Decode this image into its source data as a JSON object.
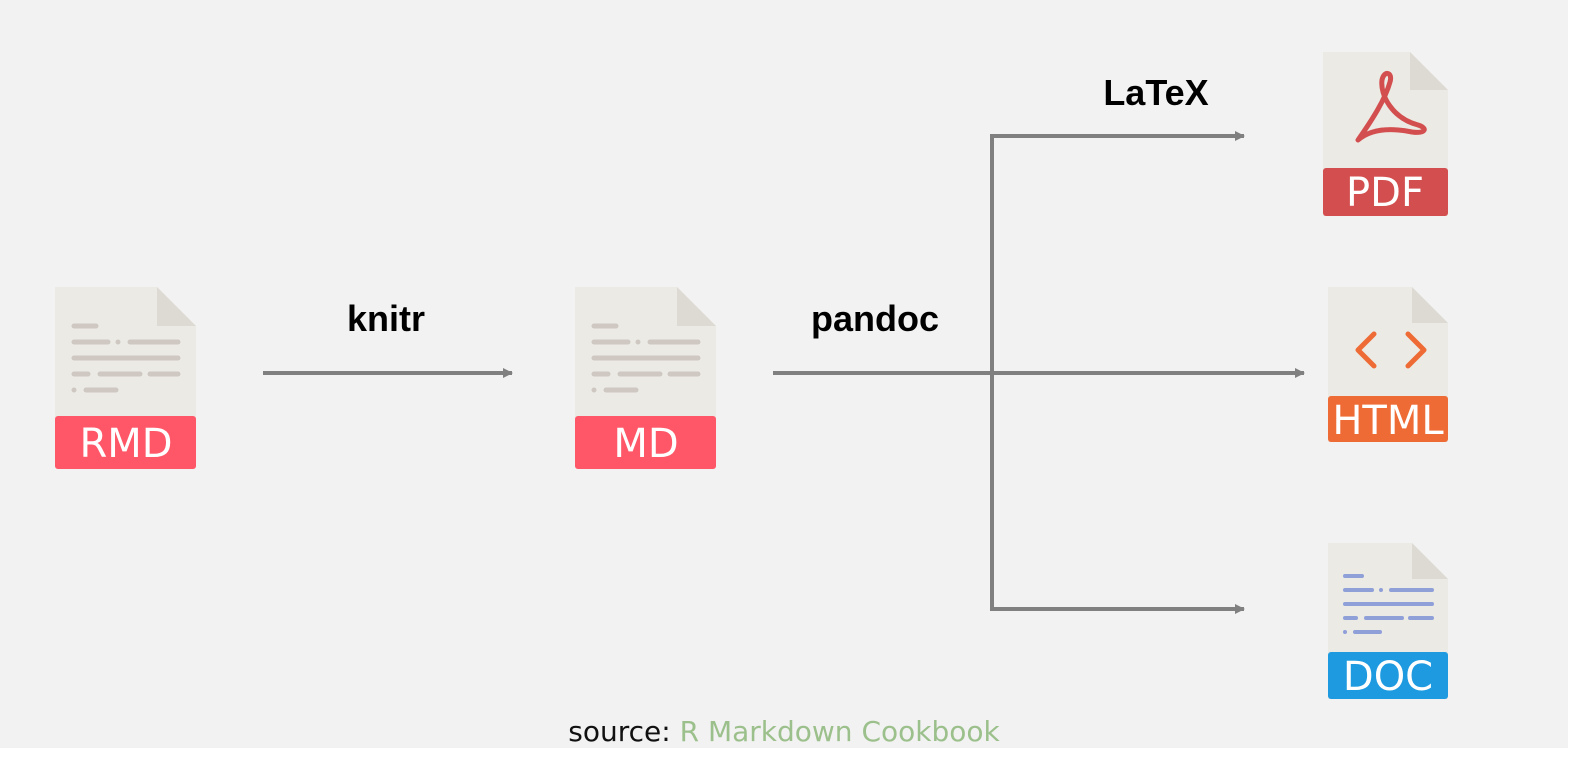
{
  "steps": {
    "knitr": "knitr",
    "pandoc": "pandoc",
    "latex": "LaTeX"
  },
  "files": {
    "rmd": {
      "label": "RMD",
      "color": "#ff5768"
    },
    "md": {
      "label": "MD",
      "color": "#ff5768"
    },
    "pdf": {
      "label": "PDF",
      "color": "#d34f4f"
    },
    "html": {
      "label": "HTML",
      "color": "#ef6b35"
    },
    "doc": {
      "label": "DOC",
      "color": "#1e9ae0"
    }
  },
  "colors": {
    "background": "#f2f2f2",
    "arrow": "#808080",
    "page": "#ebeae4",
    "page_fold": "#dcdad2",
    "text_lines": "#cfc7c2",
    "doc_lines": "#8f9fd8",
    "link": "#9cc08c"
  },
  "caption": {
    "prefix": "source:",
    "link_text": "R Markdown Cookbook"
  }
}
